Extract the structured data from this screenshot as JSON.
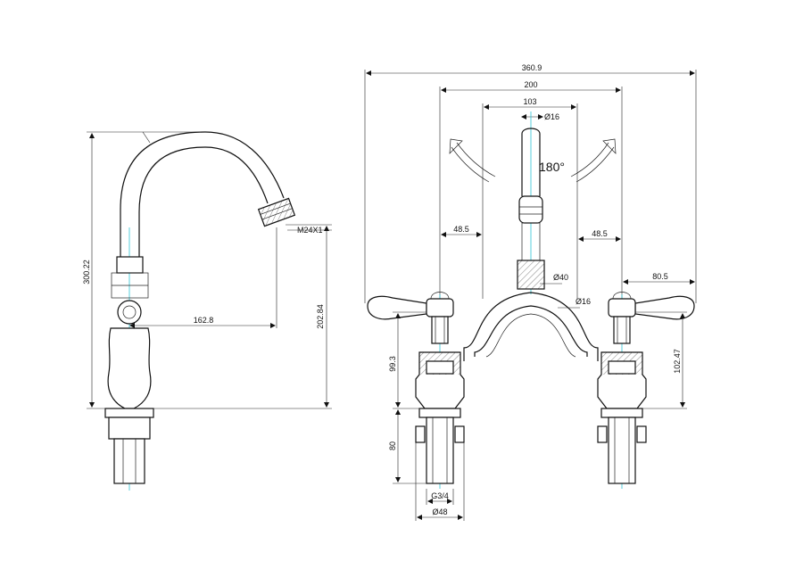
{
  "dimensions": {
    "overall_width": "360.9",
    "handle_spread": "200",
    "center_spread": "103",
    "spout_dia": "Ø16",
    "rotation": "180°",
    "left_offset": "48.5",
    "right_offset": "48.5",
    "handle_reach": "80.5",
    "bridge_dia": "Ø40",
    "tube_dia": "Ø16",
    "valve_height_left": "99.3",
    "valve_height_right": "102.47",
    "shank_length": "80",
    "thread": "G3/4",
    "base_dia": "Ø48",
    "total_height": "300.22",
    "spout_reach": "162.8",
    "spout_height": "202.84",
    "aerator_thread": "M24X1"
  },
  "colors": {
    "line": "#111111",
    "centerline": "#2cc3d6",
    "background": "#ffffff"
  }
}
